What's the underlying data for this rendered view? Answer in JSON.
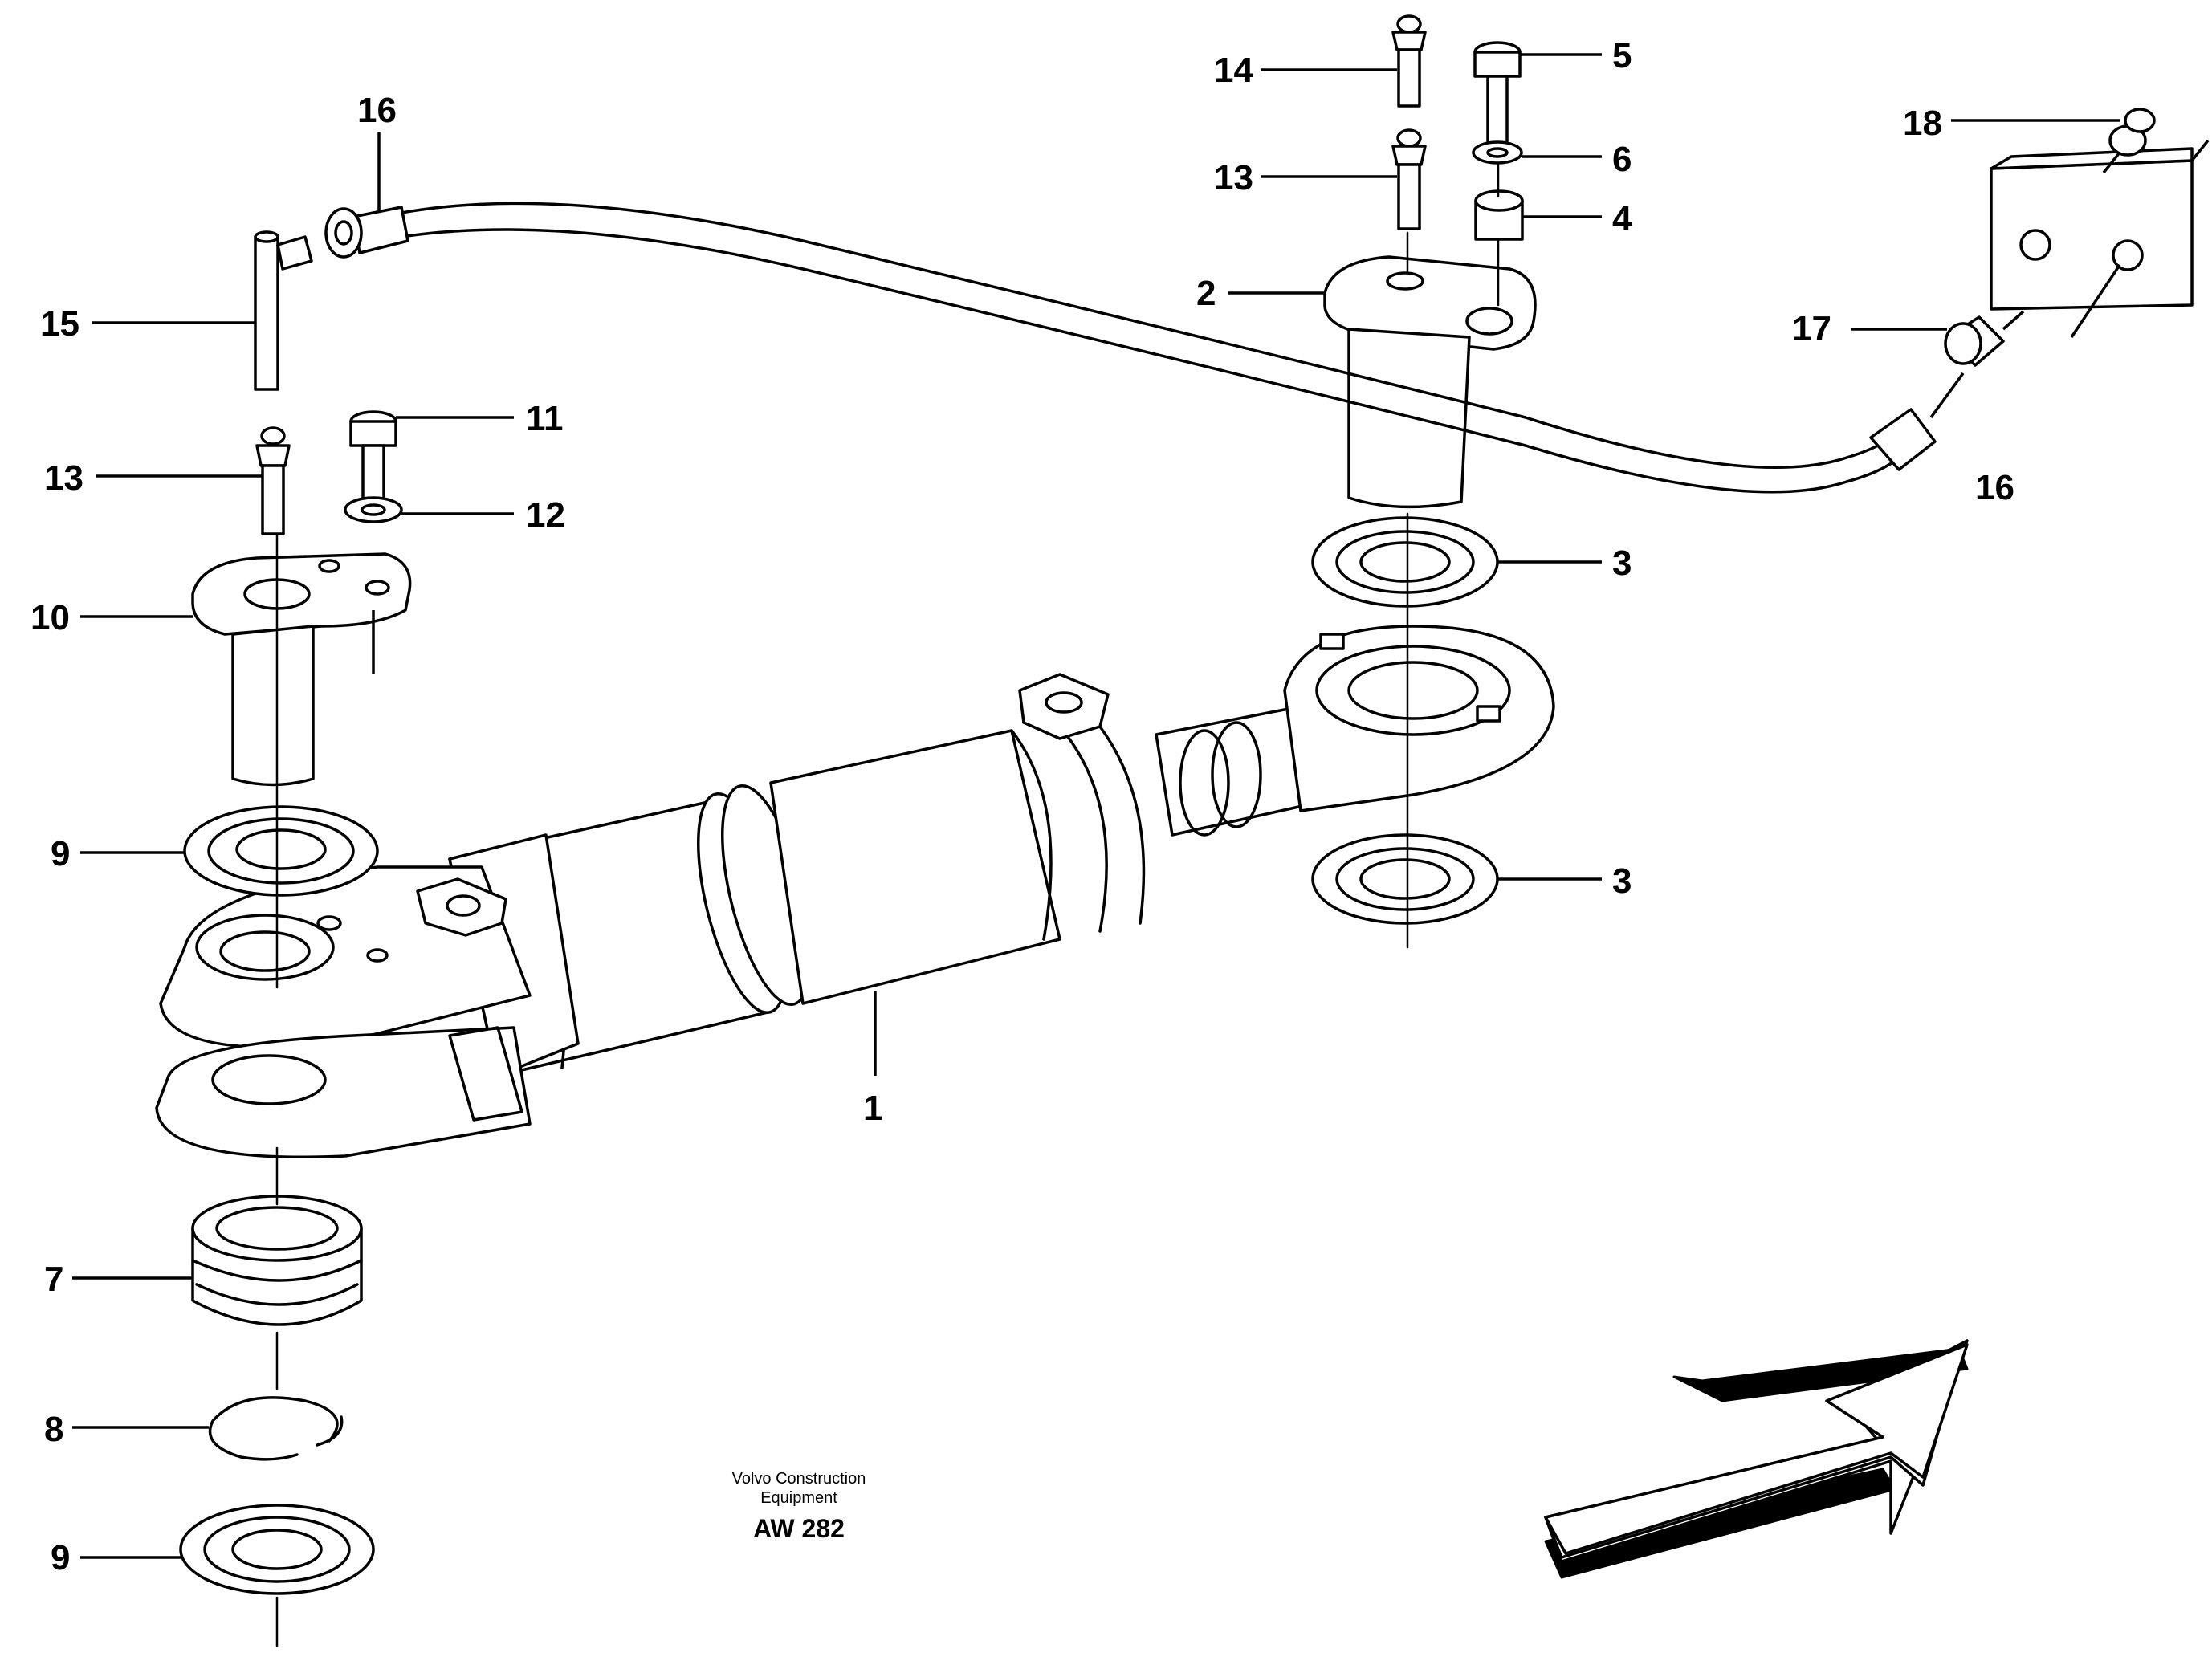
{
  "callouts": [
    {
      "id": "c1",
      "label": "1"
    },
    {
      "id": "c2",
      "label": "2"
    },
    {
      "id": "c3a",
      "label": "3"
    },
    {
      "id": "c3b",
      "label": "3"
    },
    {
      "id": "c4",
      "label": "4"
    },
    {
      "id": "c5",
      "label": "5"
    },
    {
      "id": "c6",
      "label": "6"
    },
    {
      "id": "c7",
      "label": "7"
    },
    {
      "id": "c8",
      "label": "8"
    },
    {
      "id": "c9a",
      "label": "9"
    },
    {
      "id": "c9b",
      "label": "9"
    },
    {
      "id": "c10",
      "label": "10"
    },
    {
      "id": "c11",
      "label": "11"
    },
    {
      "id": "c12",
      "label": "12"
    },
    {
      "id": "c13a",
      "label": "13"
    },
    {
      "id": "c13b",
      "label": "13"
    },
    {
      "id": "c14",
      "label": "14"
    },
    {
      "id": "c15",
      "label": "15"
    },
    {
      "id": "c16a",
      "label": "16"
    },
    {
      "id": "c16b",
      "label": "16"
    },
    {
      "id": "c17",
      "label": "17"
    },
    {
      "id": "c18",
      "label": "18"
    }
  ],
  "caption": {
    "line1": "Volvo Construction",
    "line2": "Equipment",
    "code": "AW 282"
  },
  "direction_arrow": "arrow-icon"
}
